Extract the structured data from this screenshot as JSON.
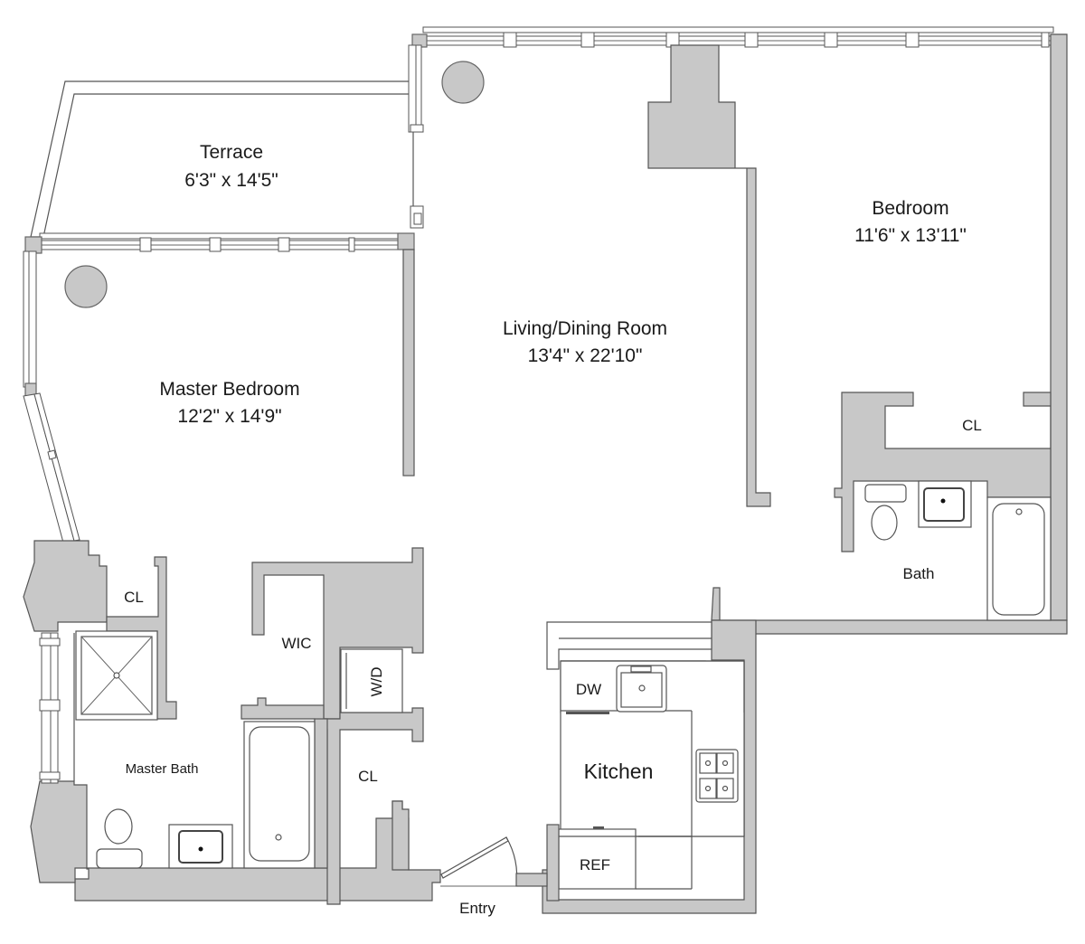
{
  "floorplan": {
    "colors": {
      "wall_fill": "#c8c8c8",
      "wall_stroke": "#555555",
      "background": "#ffffff"
    },
    "rooms": {
      "terrace": {
        "name": "Terrace",
        "size": "6'3\" x 14'5\""
      },
      "master_bedroom": {
        "name": "Master Bedroom",
        "size": "12'2\" x 14'9\""
      },
      "living_dining": {
        "name": "Living/Dining Room",
        "size": "13'4\" x 22'10\""
      },
      "bedroom": {
        "name": "Bedroom",
        "size": "11'6\" x 13'11\""
      },
      "bedroom_closet": {
        "name": "CL"
      },
      "bath": {
        "name": "Bath"
      },
      "master_closet": {
        "name": "CL"
      },
      "wic": {
        "name": "WIC"
      },
      "washer_dryer": {
        "name": "W/D"
      },
      "master_bath": {
        "name": "Master Bath"
      },
      "hall_closet": {
        "name": "CL"
      },
      "kitchen": {
        "name": "Kitchen"
      },
      "dishwasher": {
        "name": "DW"
      },
      "refrigerator": {
        "name": "REF"
      },
      "entry": {
        "name": "Entry"
      }
    }
  }
}
